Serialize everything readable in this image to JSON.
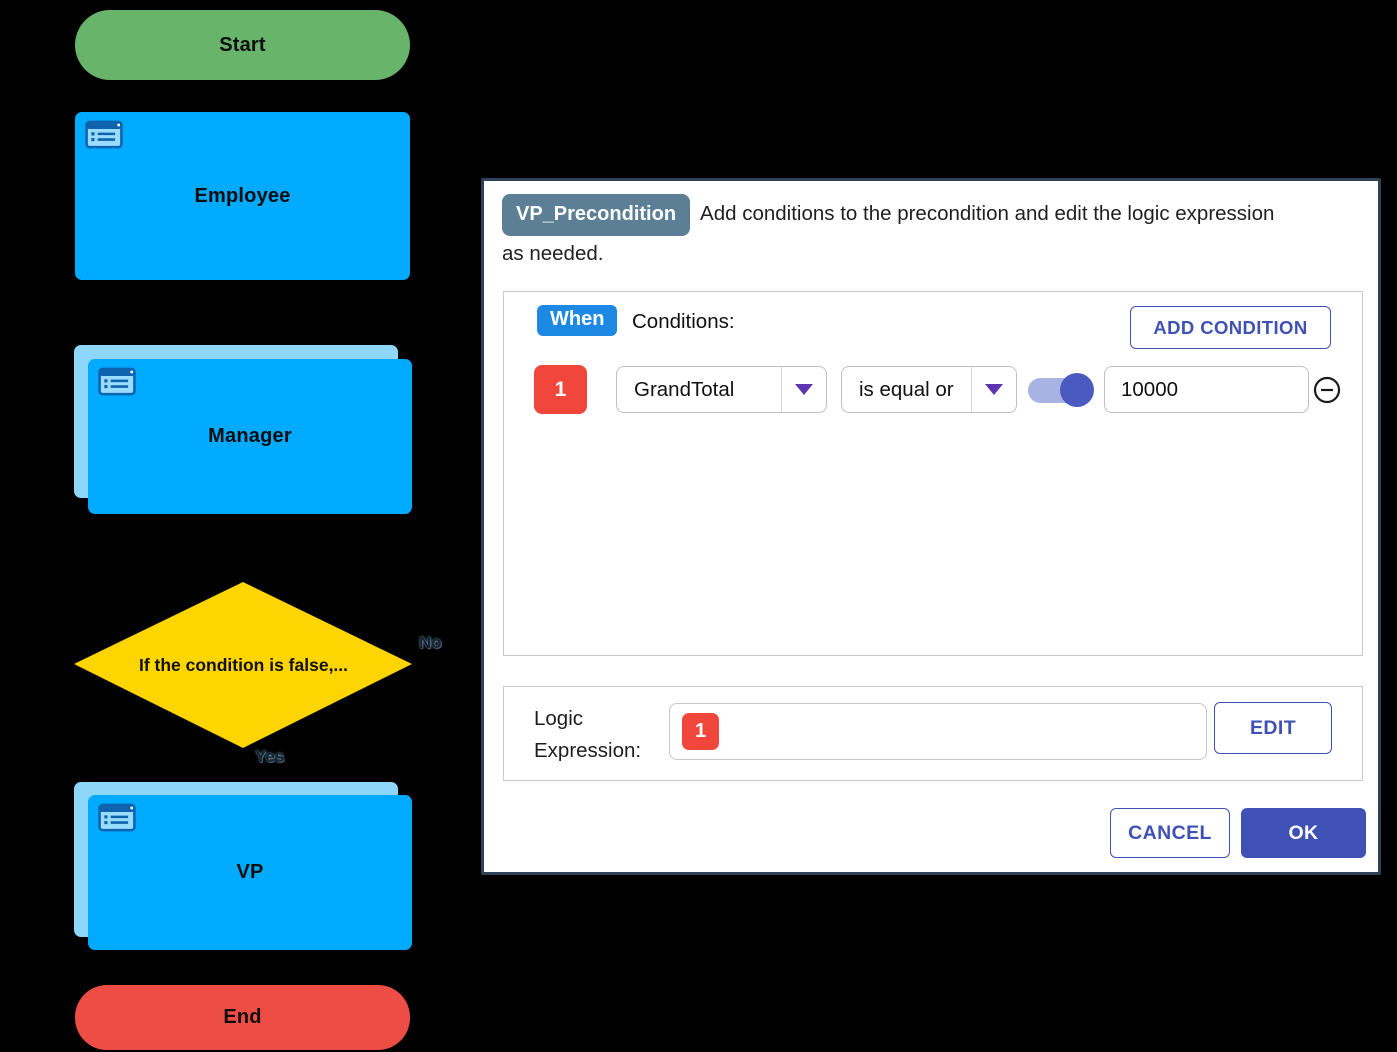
{
  "flowchart": {
    "nodes": {
      "start": {
        "label": "Start",
        "color": "#69b46b"
      },
      "employee": {
        "label": "Employee",
        "color": "#00aaff"
      },
      "manager": {
        "label": "Manager",
        "color": "#00aaff",
        "shadow_color": "#8ed7fb"
      },
      "decision": {
        "label": "If the condition is false,...",
        "color": "#ffd500"
      },
      "vp": {
        "label": "VP",
        "color": "#00aaff",
        "shadow_color": "#8ed7fb"
      },
      "end": {
        "label": "End",
        "color": "#ee4d45"
      }
    },
    "edge_labels": {
      "no": "No",
      "yes": "Yes"
    }
  },
  "dialog": {
    "title_badge": "VP_Precondition",
    "description": "Add conditions to the precondition and edit the logic expression as needed.",
    "conditions_panel": {
      "when_badge": "When",
      "conditions_label": "Conditions:",
      "add_condition_button": "ADD CONDITION",
      "rows": [
        {
          "index": "1",
          "field": "GrandTotal",
          "operator": "is equal or",
          "toggle_on": true,
          "value": "10000"
        }
      ]
    },
    "logic_panel": {
      "label": "Logic Expression:",
      "expression_chips": [
        "1"
      ],
      "edit_button": "EDIT"
    },
    "footer": {
      "cancel_button": "CANCEL",
      "ok_button": "OK"
    }
  },
  "colors": {
    "accent_indigo": "#3f51b5",
    "when_blue": "#1e88e5",
    "title_badge_slate": "#5c7f95",
    "index_red": "#f0463c",
    "toggle_track": "#a8b3e3",
    "toggle_thumb": "#4a5ac1",
    "dialog_border": "#2f4156"
  }
}
